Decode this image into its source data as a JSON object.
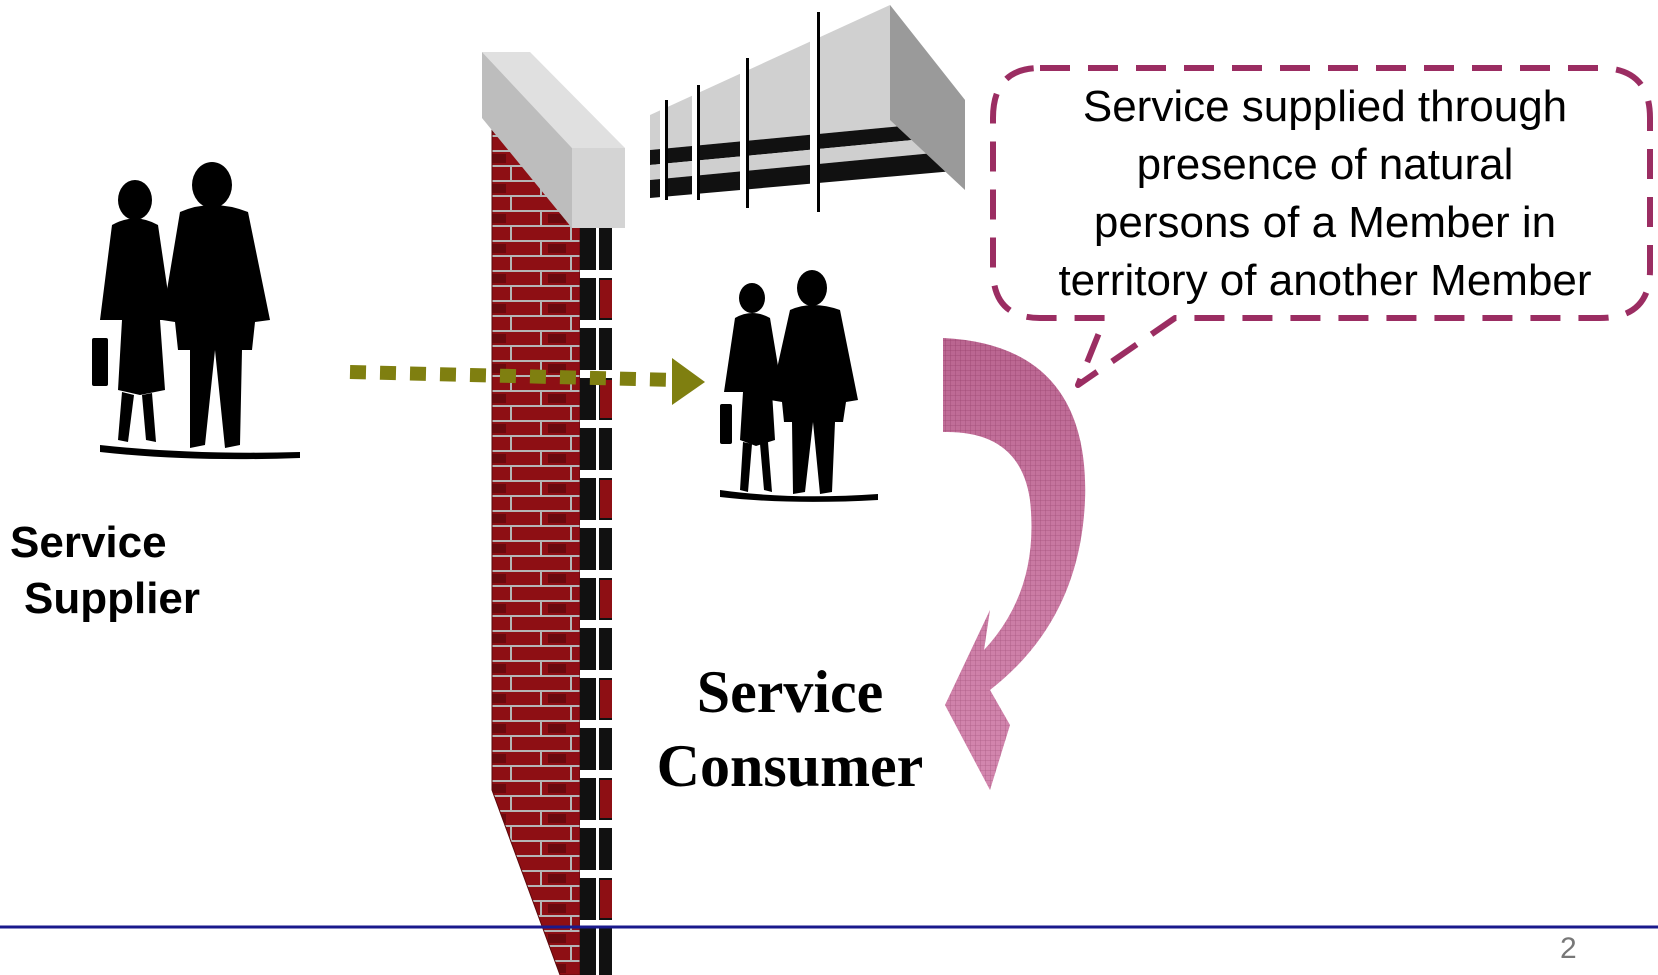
{
  "labels": {
    "supplier_line1": "Service",
    "supplier_line2": "Supplier",
    "consumer_line1": "Service",
    "consumer_line2": "Consumer"
  },
  "callout": {
    "lines": [
      "Service supplied through",
      "presence of natural",
      "persons of a Member in",
      "territory of another Member"
    ]
  },
  "footer": {
    "page_number": "2"
  },
  "colors": {
    "callout_border": "#9b2d62",
    "arrow_dotted": "#7f7f10",
    "curved_arrow": "#c06090",
    "wall_brick": "#8e0f14",
    "wall_cap": "#c8c8c8",
    "footer_line": "#1a1a8c"
  },
  "icons": {
    "supplier_people": "business-people-silhouette-icon",
    "consumer_people": "business-people-silhouette-icon",
    "building": "office-building-icon",
    "wall": "brick-wall-icon"
  }
}
